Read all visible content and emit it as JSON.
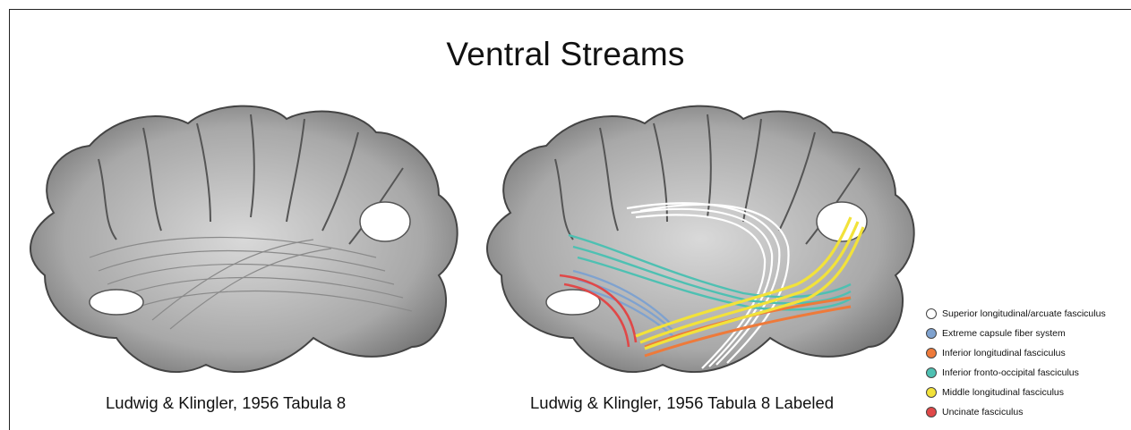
{
  "title": "Ventral Streams",
  "captions": {
    "left": "Ludwig & Klingler, 1956 Tabula 8",
    "right": "Ludwig & Klingler, 1956 Tabula 8 Labeled"
  },
  "legend": [
    {
      "label": "Superior longitudinal/arcuate fasciculus",
      "color": "#ffffff"
    },
    {
      "label": "Extreme capsule fiber system",
      "color": "#7fa2cf"
    },
    {
      "label": "Inferior longitudinal fasciculus",
      "color": "#ee7a3a"
    },
    {
      "label": "Inferior fronto-occipital fasciculus",
      "color": "#4ec0b2"
    },
    {
      "label": "Middle longitudinal fasciculus",
      "color": "#f2e23a"
    },
    {
      "label": "Uncinate fasciculus",
      "color": "#e04848"
    }
  ]
}
